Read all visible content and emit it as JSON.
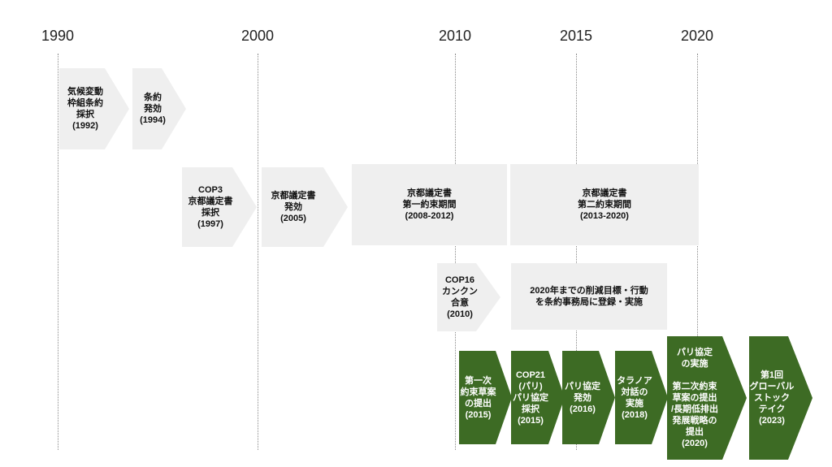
{
  "years": [
    "1990",
    "2000",
    "2010",
    "2015",
    "2020"
  ],
  "items": {
    "unfccc": "気候変動\n枠組条約\n採択\n(1992)",
    "unfccc_effect": "条約\n発効\n(1994)",
    "cop3": "COP3\n京都議定書\n採択\n(1997)",
    "kyoto_effect": "京都議定書\n発効\n(2005)",
    "first_period": "京都議定書\n第一約束期間\n(2008-2012)",
    "second_period": "京都議定書\n第二約束期間\n(2013-2020)",
    "cop16": "COP16\nカンクン\n合意\n(2010)",
    "target2020": "2020年までの削減目標・行動\nを条約事務局に登録・実施",
    "first_ndc": "第一次\n約束草案\nの提出\n(2015)",
    "cop21": "COP21\n(パリ)\nパリ協定\n採択\n(2015)",
    "paris_effect": "パリ協定\n発効\n(2016)",
    "talanoa": "タラノア\n対話の\n実施\n(2018)",
    "paris_impl": "パリ協定\nの実施\n\n第二次約束\n草案の提出\n/長期低排出\n発展戦略の\n提出\n(2020)",
    "global_stocktake": "第1回\nグローバル\nストック\nテイク\n(2023)"
  }
}
